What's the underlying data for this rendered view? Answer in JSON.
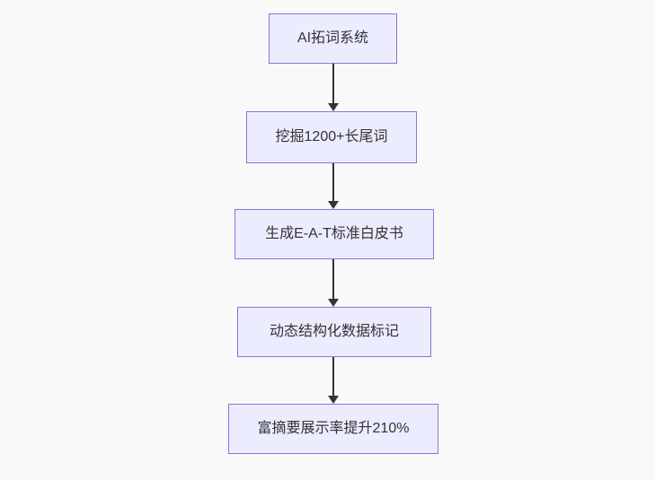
{
  "page": {
    "background_color": "#f9f9f9"
  },
  "diagram": {
    "type": "flowchart",
    "direction": "top-down",
    "node_style": {
      "fill_color": "#ECECFF",
      "border_color": "#9370DB",
      "text_color": "#333333"
    },
    "arrow_color": "#333333",
    "nodes": [
      {
        "id": "node-1",
        "label": "AI拓词系统"
      },
      {
        "id": "node-2",
        "label": "挖掘1200+长尾词"
      },
      {
        "id": "node-3",
        "label": "生成E-A-T标准白皮书"
      },
      {
        "id": "node-4",
        "label": "动态结构化数据标记"
      },
      {
        "id": "node-5",
        "label": "富摘要展示率提升210%"
      }
    ],
    "edges": [
      {
        "from": "node-1",
        "to": "node-2"
      },
      {
        "from": "node-2",
        "to": "node-3"
      },
      {
        "from": "node-3",
        "to": "node-4"
      },
      {
        "from": "node-4",
        "to": "node-5"
      }
    ]
  }
}
